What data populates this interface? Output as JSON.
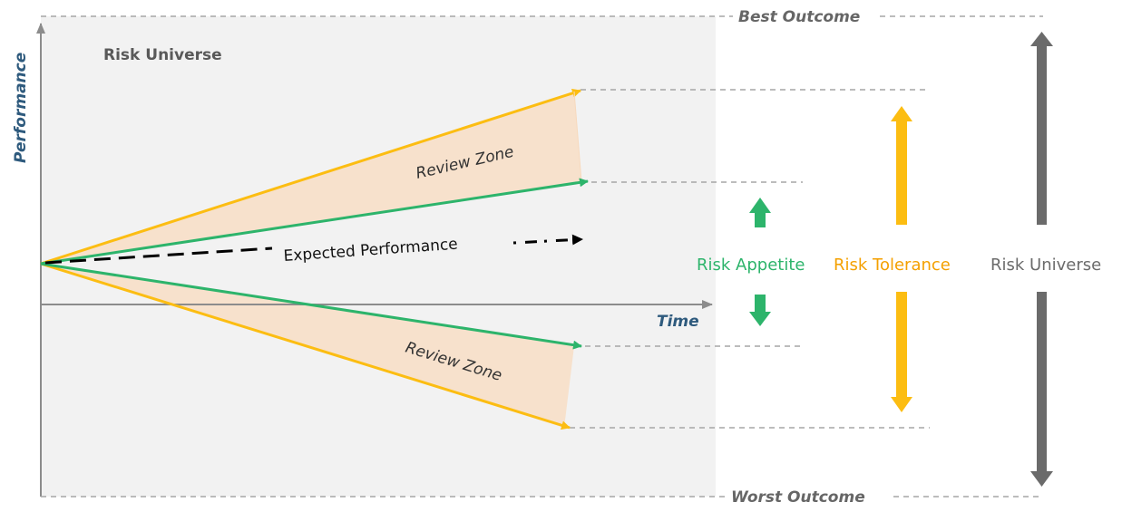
{
  "labels": {
    "risk_universe_box": "Risk Universe",
    "y_axis": "Performance",
    "x_axis": "Time",
    "review_zone_upper": "Review Zone",
    "review_zone_lower": "Review Zone",
    "expected_performance": "Expected Performance",
    "best_outcome": "Best Outcome",
    "worst_outcome": "Worst Outcome",
    "risk_appetite": "Risk Appetite",
    "risk_tolerance": "Risk Tolerance",
    "risk_universe_range": "Risk Universe"
  },
  "colors": {
    "panel": "#f2f2f2",
    "review_zone_fill": "#f7e1cc",
    "tolerance_line": "#fcbd12",
    "appetite_line": "#2db46b",
    "universe_arrow": "#6b6b6b",
    "axis": "#8c8c8c",
    "axis_label": "#2e5a7d",
    "dashed_guide": "#a6a6a6",
    "outcome_text": "#666666"
  }
}
